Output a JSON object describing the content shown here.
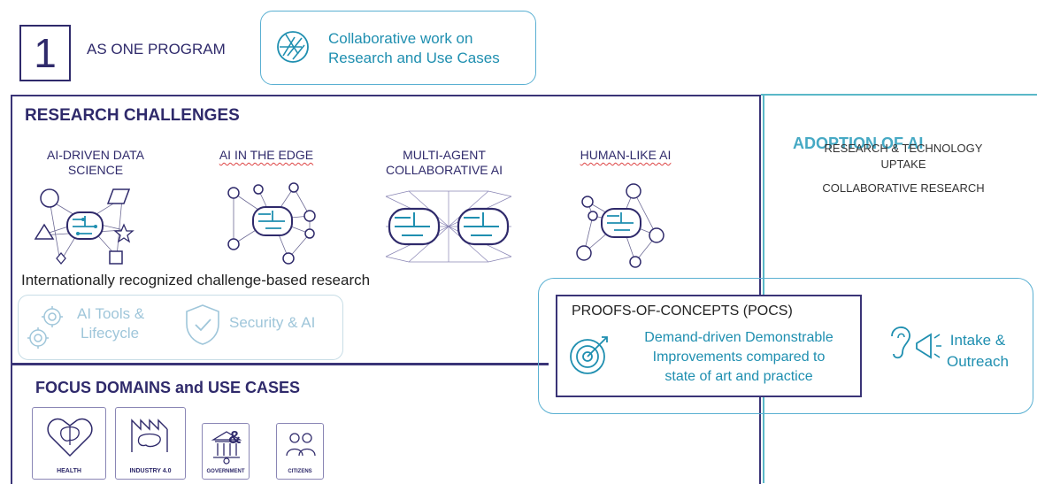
{
  "program": {
    "number": "1",
    "label": "AS ONE PROGRAM"
  },
  "collab": {
    "line1": "Collaborative work on",
    "line2": "Research and Use Cases"
  },
  "research": {
    "title": "RESEARCH CHALLENGES",
    "items": [
      {
        "line1": "AI-DRIVEN DATA",
        "line2": "SCIENCE"
      },
      {
        "line1": "AI IN THE EDGE",
        "line2": ""
      },
      {
        "line1": "MULTI-AGENT",
        "line2": "COLLABORATIVE AI"
      },
      {
        "line1": "HUMAN-LIKE AI",
        "line2": ""
      }
    ],
    "caption": "Internationally recognized challenge-based research"
  },
  "tools": {
    "line1": "AI Tools &",
    "line2": "Lifecycle",
    "security": "Security & AI"
  },
  "adoption": {
    "title": "ADOPTION OF AI",
    "line1": "RESEARCH & TECHNOLOGY",
    "line2": "UPTAKE",
    "line3": "COLLABORATIVE RESEARCH"
  },
  "poc": {
    "title": "PROOFS-OF-CONCEPTS (POCS)",
    "desc1": "Demand-driven Demonstrable",
    "desc2": "Improvements compared to",
    "desc3": "state of art and practice"
  },
  "intake": {
    "line1": "Intake &",
    "line2": "Outreach"
  },
  "focus": {
    "title": "FOCUS DOMAINS and USE CASES",
    "domains": [
      "HEALTH",
      "INDUSTRY 4.0",
      "GOVERNMENT",
      "CITIZENS"
    ],
    "amp": "&"
  },
  "colors": {
    "navy": "#2f2a6b",
    "teal": "#1f8fb0",
    "light_teal": "#5ab8c8",
    "faded": "#9fc6da"
  }
}
